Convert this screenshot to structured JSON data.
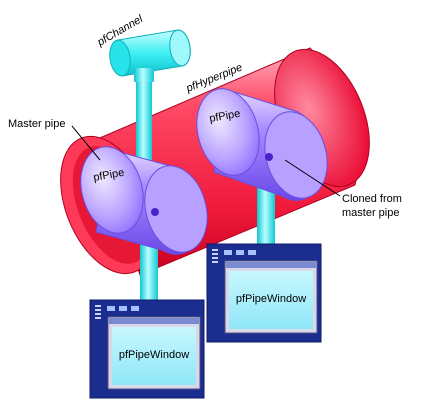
{
  "labels": {
    "pfchannel": "pfChannel",
    "pfhyperpipe": "pfHyperpipe",
    "master_pipe": "Master pipe",
    "pfpipe_master": "pfPipe",
    "pfpipe_clone": "pfPipe",
    "cloned_line1": "Cloned from",
    "cloned_line2": "master pipe",
    "window_left": "pfPipeWindow",
    "window_right": "pfPipeWindow"
  },
  "colors": {
    "hyperpipe": "#ff3355",
    "pipe": "#9f7fff",
    "channel": "#22e8ee",
    "window_frame": "#1b2d8f",
    "window_screen": "#a8f0ff"
  }
}
